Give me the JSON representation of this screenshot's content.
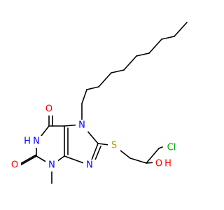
{
  "molecule": {
    "atoms": {
      "O_top": "O",
      "N_H": "N",
      "H_on_N": "H",
      "O_left": "O",
      "N_3": "N",
      "N_7": "N",
      "N_9": "N",
      "S": "S",
      "O_hydroxyl": "O",
      "H_hydroxyl": "H",
      "Cl": "Cl"
    },
    "colors": {
      "carbon_bonds": "#000000",
      "oxygen": "#ff0000",
      "nitrogen": "#0000ff",
      "sulfur": "#b8a000",
      "chlorine": "#00aa00"
    }
  }
}
